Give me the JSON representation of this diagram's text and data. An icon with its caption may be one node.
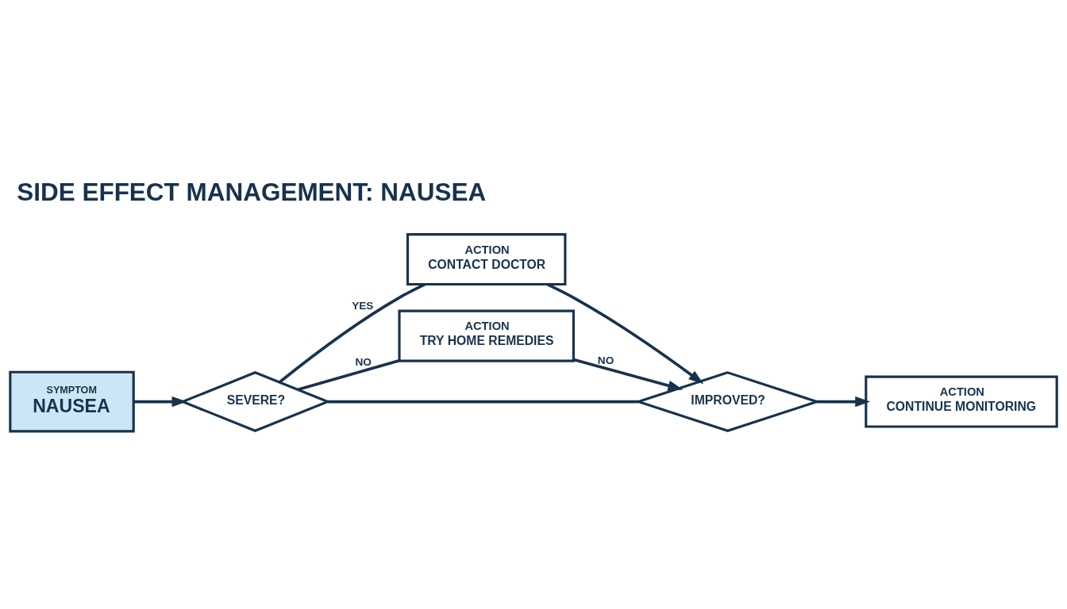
{
  "diagram": {
    "title": "SIDE EFFECT MANAGEMENT: NAUSEA",
    "nodes": [
      {
        "text": [
          "SYMPTOM",
          "NAUSEA"
        ]
      },
      {
        "text": [
          "SEVERE?"
        ]
      },
      {
        "text": [
          "ACTION",
          "CONTACT DOCTOR"
        ]
      },
      {
        "text": [
          "ACTION",
          "TRY HOME REMEDIES"
        ]
      },
      {
        "text": [
          "IMPROVED?"
        ]
      },
      {
        "text": [
          "ACTION",
          "CONTINUE MONITORING"
        ]
      }
    ],
    "edges": [
      {
        "from": 0,
        "to": 1,
        "arrow": "to"
      },
      {
        "from": 1,
        "to": 2,
        "arrow": "none",
        "label": "YES"
      },
      {
        "from": 1,
        "to": 3,
        "arrow": "none",
        "label": "NO"
      },
      {
        "from": 1,
        "to": 4,
        "arrow": "none"
      },
      {
        "from": 2,
        "to": 4,
        "arrow": "to"
      },
      {
        "from": 3,
        "to": 4,
        "arrow": "to",
        "label": "NO"
      },
      {
        "from": 4,
        "to": 5,
        "arrow": "to"
      }
    ]
  }
}
